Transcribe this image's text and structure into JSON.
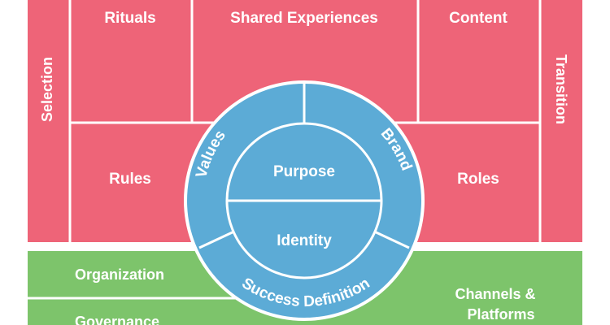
{
  "colors": {
    "pink": "#EE6478",
    "green": "#7DC46B",
    "blue": "#5CABD6",
    "line": "#ffffff"
  },
  "blocks": {
    "selection": "Selection",
    "rituals": "Rituals",
    "shared_experiences": "Shared Experiences",
    "content": "Content",
    "transition": "Transition",
    "rules": "Rules",
    "roles": "Roles",
    "organization": "Organization",
    "governance": "Governance",
    "channels_line1": "Channels &",
    "channels_line2": "Platforms"
  },
  "core": {
    "values": "Values",
    "brand": "Brand",
    "purpose": "Purpose",
    "identity": "Identity",
    "success_definition": "Success Definition"
  }
}
